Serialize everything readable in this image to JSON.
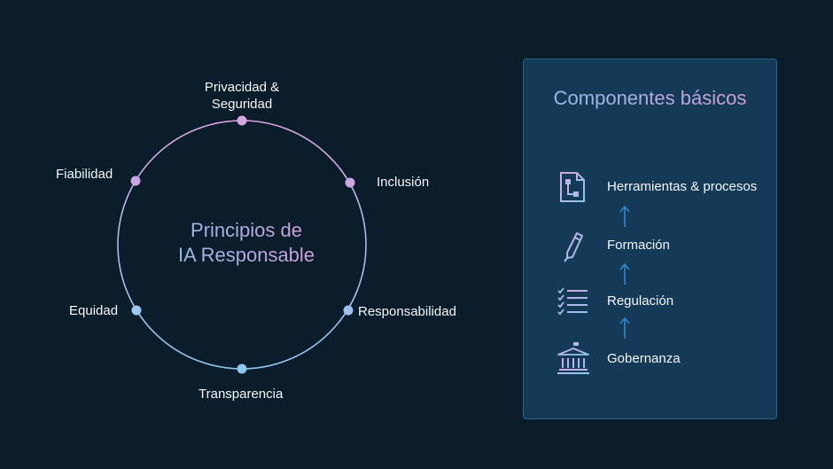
{
  "diagram": {
    "center_title_line1": "Principios de",
    "center_title_line2": "IA Responsable",
    "principles": [
      {
        "label": "Privacidad &\nSeguridad",
        "color": "#d8a6e2"
      },
      {
        "label": "Inclusión",
        "color": "#cba6e2"
      },
      {
        "label": "Responsabilidad",
        "color": "#9fc0ea"
      },
      {
        "label": "Transparencia",
        "color": "#8cc8ef"
      },
      {
        "label": "Equidad",
        "color": "#9fc8ef"
      },
      {
        "label": "Fiabilidad",
        "color": "#c9a6e2"
      }
    ],
    "ring_gradient": [
      "#d8a6e2",
      "#8cc8ef"
    ]
  },
  "components": {
    "title": "Componentes básicos",
    "items": [
      {
        "label": "Herramientas & procesos",
        "icon": "flowchart-document-icon"
      },
      {
        "label": "Formación",
        "icon": "pencil-icon"
      },
      {
        "label": "Regulación",
        "icon": "checklist-icon"
      },
      {
        "label": "Gobernanza",
        "icon": "government-building-icon"
      }
    ],
    "arrow_color": "#2f87c9",
    "icon_gradient": [
      "#d8a6e2",
      "#8cc8ef"
    ]
  }
}
